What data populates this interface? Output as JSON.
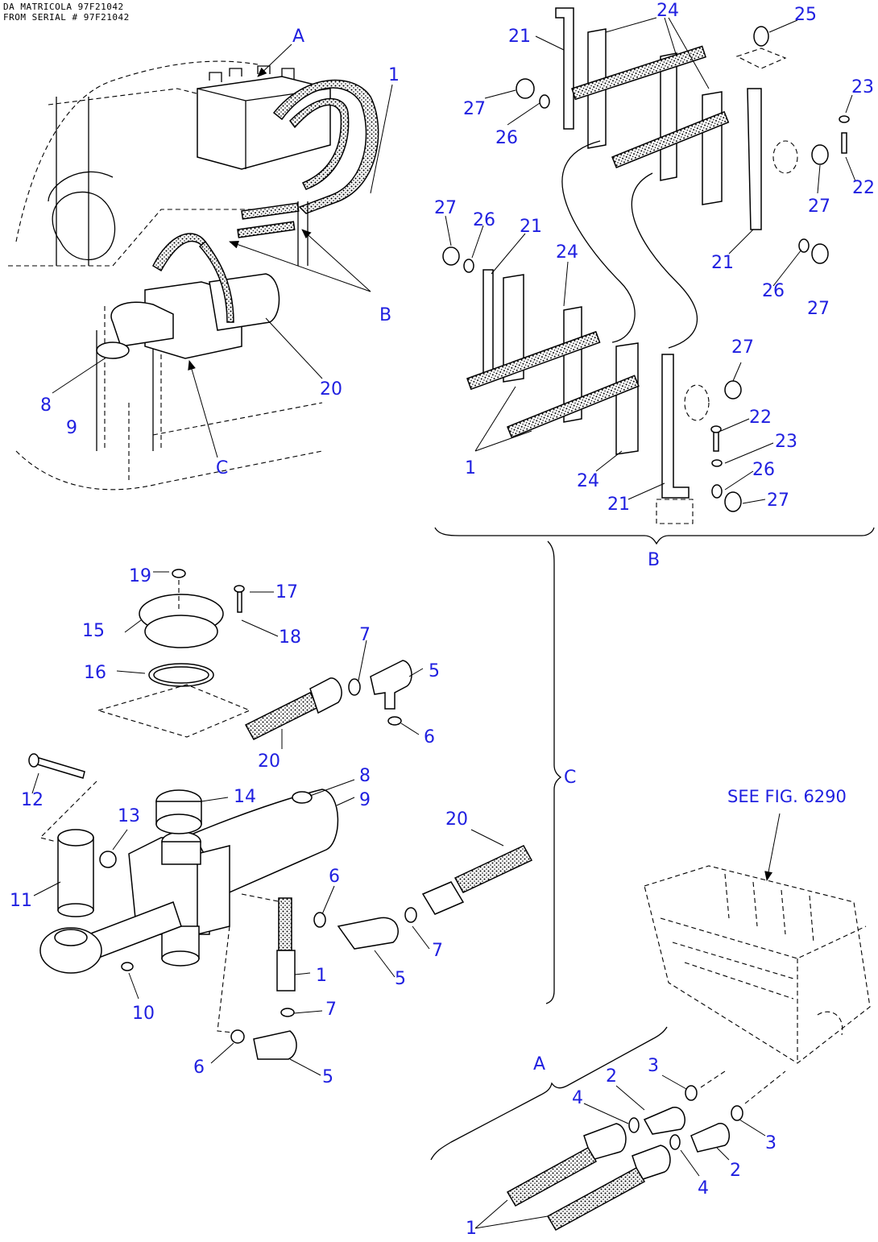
{
  "header": {
    "line1": "DA MATRICOLA 97F21042",
    "line2": "FROM SERIAL # 97F21042"
  },
  "labels": {
    "A": "A",
    "B": "B",
    "C": "C",
    "n1": "1",
    "n2": "2",
    "n3": "3",
    "n4": "4",
    "n5": "5",
    "n6": "6",
    "n7": "7",
    "n8": "8",
    "n9": "9",
    "n10": "10",
    "n11": "11",
    "n12": "12",
    "n13": "13",
    "n14": "14",
    "n15": "15",
    "n16": "16",
    "n17": "17",
    "n18": "18",
    "n19": "19",
    "n20": "20",
    "n21": "21",
    "n22": "22",
    "n23": "23",
    "n24": "24",
    "n25": "25",
    "n26": "26",
    "n27": "27",
    "see_fig": "SEE FIG. 6290"
  }
}
